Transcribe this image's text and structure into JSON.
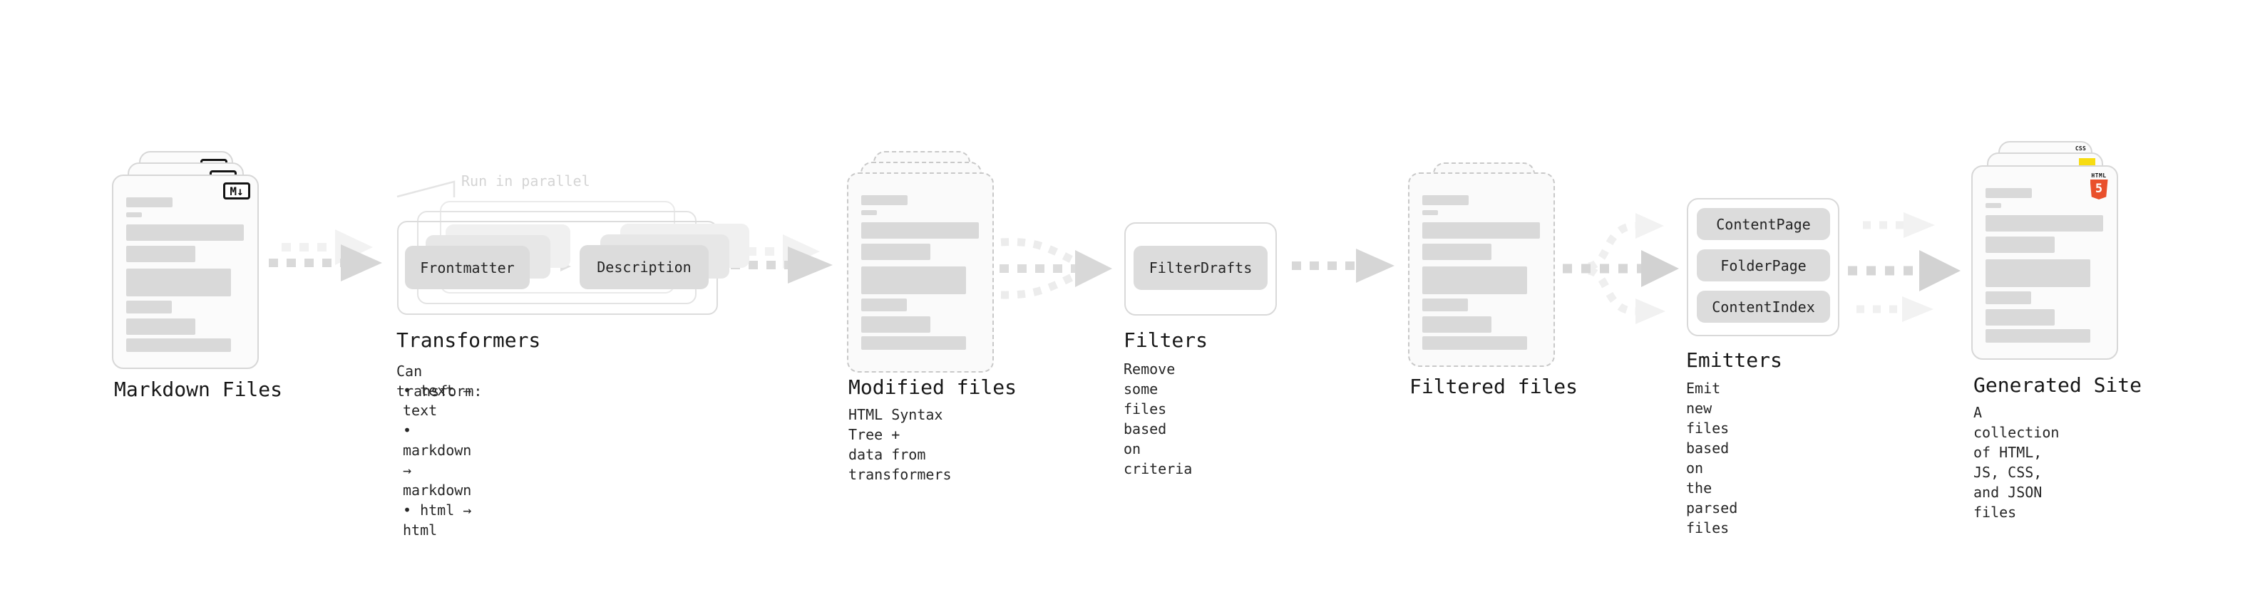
{
  "diagram": {
    "flow_order": [
      "Markdown Files",
      "Transformers",
      "Modified files",
      "Filters",
      "Filtered files",
      "Emitters",
      "Generated Site"
    ]
  },
  "stages": {
    "markdown": {
      "label": "Markdown Files",
      "badge": "M↓"
    },
    "transformers": {
      "title": "Transformers",
      "annotation": "Run in parallel",
      "pill_left": "Frontmatter",
      "pill_right": "Description",
      "desc_heading": "Can transform:",
      "bullets": "• text → text\n• markdown → markdown\n• html → html"
    },
    "modified": {
      "label": "Modified files",
      "desc": "HTML Syntax Tree +\ndata from transformers"
    },
    "filters": {
      "title": "Filters",
      "pill": "FilterDrafts",
      "desc": "Remove some files based\non criteria"
    },
    "filtered": {
      "label": "Filtered files"
    },
    "emitters": {
      "title": "Emitters",
      "pills": [
        "ContentPage",
        "FolderPage",
        "ContentIndex"
      ],
      "desc": "Emit new files based on\nthe parsed files"
    },
    "generated": {
      "label": "Generated Site",
      "desc": "A collection of HTML,\nJS, CSS, and JSON files",
      "badge_html_word": "HTML",
      "badge_html_number": "5",
      "badge_css": "CSS"
    }
  },
  "colors": {
    "html5_orange": "#e9502c",
    "css_blue": "#2b62e0",
    "js_yellow": "#f7dc12",
    "arrow_gray": "#d7d7d7",
    "ghost_gray": "#f1f1f1",
    "card_border": "#d7d7d7",
    "placeholder_bar": "#d9d9d9"
  }
}
